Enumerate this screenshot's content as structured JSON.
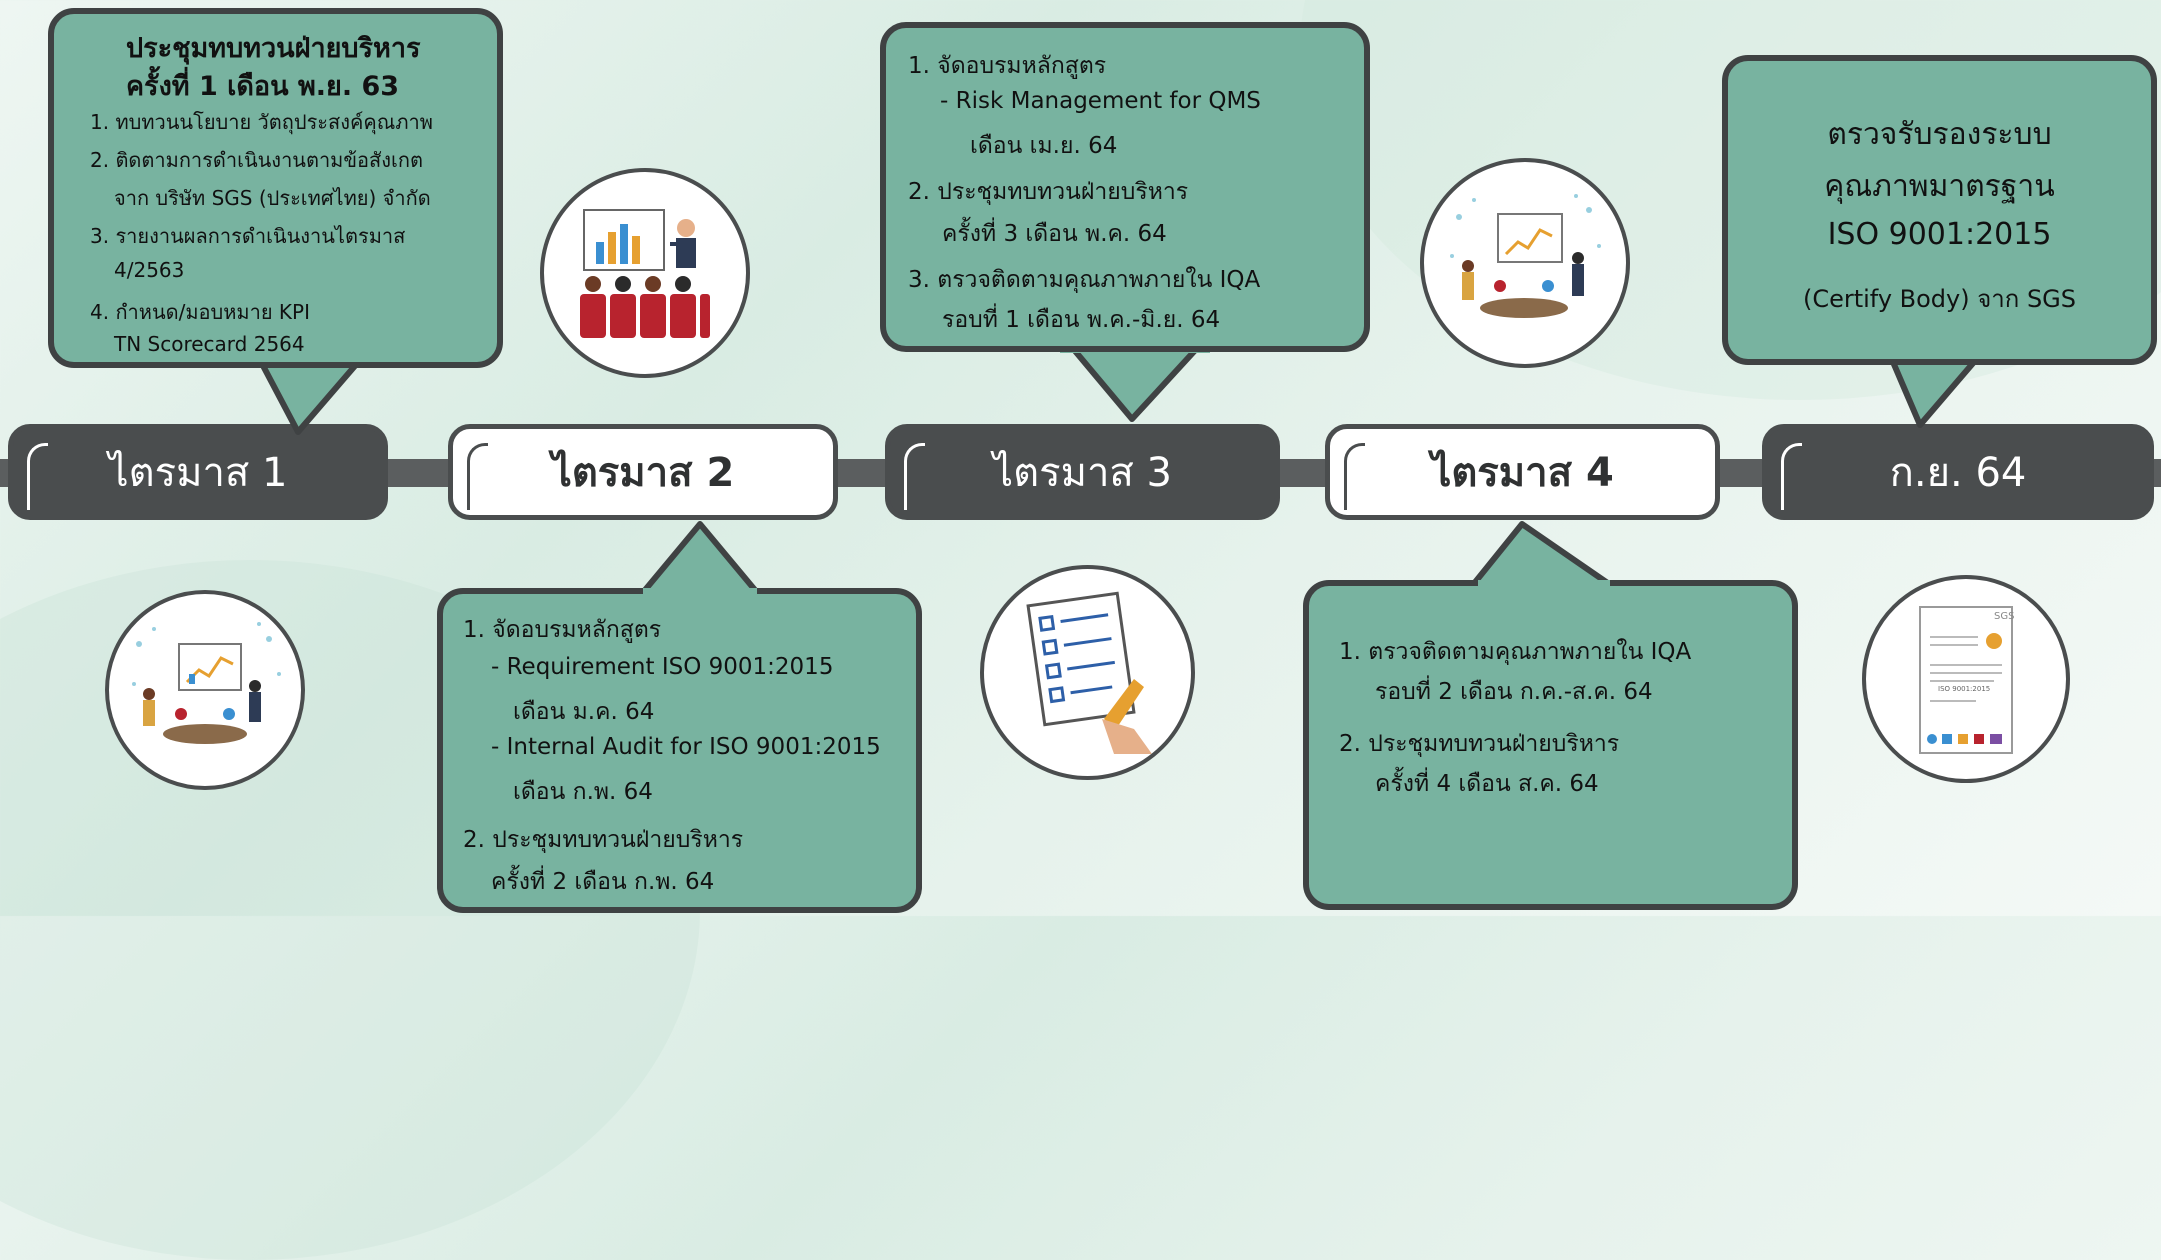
{
  "quarters": {
    "q1": "ไตรมาส 1",
    "q2": "ไตรมาส 2",
    "q3": "ไตรมาส 3",
    "q4": "ไตรมาส 4",
    "sep": "ก.ย. 64"
  },
  "q1_box": {
    "title1": "ประชุมทบทวนฝ่ายบริหาร",
    "title2": "ครั้งที่ 1 เดือน พ.ย. 63",
    "l1": "1. ทบทวนนโยบาย วัตถุประสงค์คุณภาพ",
    "l2": "2. ติดตามการดำเนินงานตามข้อสังเกต",
    "l3": "จาก บริษัท SGS (ประเทศไทย) จำกัด",
    "l4": "3. รายงานผลการดำเนินงานไตรมาส",
    "l5": "4/2563",
    "l6": "4. กำหนด/มอบหมาย KPI",
    "l7": "TN Scorecard 2564"
  },
  "q2_box": {
    "l1": "1. จัดอบรมหลักสูตร",
    "l2": "- Requirement ISO 9001:2015",
    "l3": "เดือน ม.ค. 64",
    "l4": "- Internal Audit for ISO 9001:2015",
    "l5": "เดือน ก.พ. 64",
    "l6": "2. ประชุมทบทวนฝ่ายบริหาร",
    "l7": "ครั้งที่ 2 เดือน ก.พ. 64"
  },
  "q3_box": {
    "l1": "1. จัดอบรมหลักสูตร",
    "l2": "- Risk Management for QMS",
    "l3": "เดือน เม.ย. 64",
    "l4": "2. ประชุมทบทวนฝ่ายบริหาร",
    "l5": "ครั้งที่ 3 เดือน พ.ค. 64",
    "l6": "3. ตรวจติดตามคุณภาพภายใน IQA",
    "l7": "รอบที่ 1 เดือน พ.ค.-มิ.ย. 64"
  },
  "q4_box": {
    "l1": "1. ตรวจติดตามคุณภาพภายใน IQA",
    "l2": "รอบที่ 2 เดือน ก.ค.-ส.ค. 64",
    "l3": "2. ประชุมทบทวนฝ่ายบริหาร",
    "l4": "ครั้งที่ 4 เดือน ส.ค. 64"
  },
  "sep_box": {
    "l1": "ตรวจรับรองระบบ",
    "l2": "คุณภาพมาตรฐาน",
    "l3": "ISO 9001:2015",
    "l4": "(Certify Body) จาก SGS"
  },
  "certificate": {
    "brand": "SGS",
    "code": "ISO 9001:2015"
  },
  "colors": {
    "box_fill": "#78b3a0",
    "box_border": "#3f4243",
    "pill_dark": "#4a4d4e",
    "bar": "#5b5e5f"
  }
}
